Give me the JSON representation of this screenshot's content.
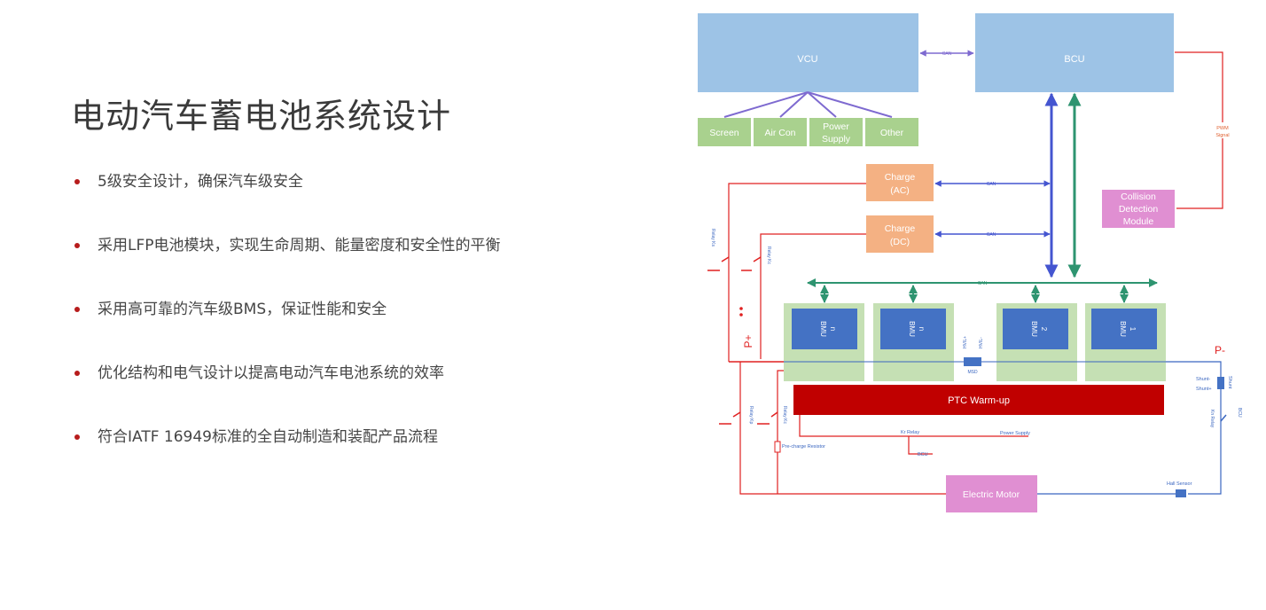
{
  "title": "电动汽车蓄电池系统设计",
  "bullets": [
    "5级安全设计，确保汽车级安全",
    "采用LFP电池模块，实现生命周期、能量密度和安全性的平衡",
    "采用高可靠的汽车级BMS，保证性能和安全",
    "优化结构和电气设计以提高电动汽车电池系统的效率",
    "符合IATF 16949标准的全自动制造和装配产品流程"
  ],
  "diagram": {
    "vcu": "VCU",
    "bcu": "BCU",
    "can": "CAN",
    "screen": "Screen",
    "aircon": "Air Con",
    "power_supply_l1": "Power",
    "power_supply_l2": "Supply",
    "other": "Other",
    "charge_ac_l1": "Charge",
    "charge_ac_l2": "(AC)",
    "charge_dc_l1": "Charge",
    "charge_dc_l2": "(DC)",
    "collision_l1": "Collision",
    "collision_l2": "Detection",
    "collision_l3": "Module",
    "pwm_l1": "PWM",
    "pwm_l2": "Signal",
    "bmu": "BMU",
    "bmu_n": "n",
    "bmu_2": "2",
    "bmu_1": "1",
    "ptc": "PTC Warm-up",
    "electric_motor": "Electric Motor",
    "p_plus": "P+",
    "p_minus": "P-",
    "msd": "MSD",
    "hvil_plus": "HVIL+",
    "hvil_minus": "HVIL-",
    "shunt_minus": "Shunt-",
    "shunt_plus": "Shunt+",
    "shunt": "Shunt",
    "kr_relay": "Kr Relay",
    "power_supply_small": "Power Supply",
    "bcu_small": "BCU",
    "precharge_resistor": "Pre-charge Resistor",
    "hall_sensor": "Hall Sensor",
    "relay_k_label": "Relay Kc",
    "relay_ks_label": "Relay Ks",
    "relay_kp_label": "Relay Kp",
    "relay_kn_label": "Kn Relay",
    "bcu_tag": "BCU"
  },
  "colors": {
    "blue_box": "#9dc3e6",
    "green_box": "#a9d18e",
    "orange_box": "#f4b183",
    "pink_box": "#e08fd2",
    "bmu_box": "#4472c4",
    "module_bg": "#c5e0b4",
    "ptc_red": "#c00000",
    "bus_purple": "#7e6ad0",
    "bus_blue": "#4455d0",
    "bus_teal": "#2e9470",
    "wire_red": "#e02020",
    "wire_blue": "#3a66c0",
    "bullet_red": "#b71c1c"
  }
}
